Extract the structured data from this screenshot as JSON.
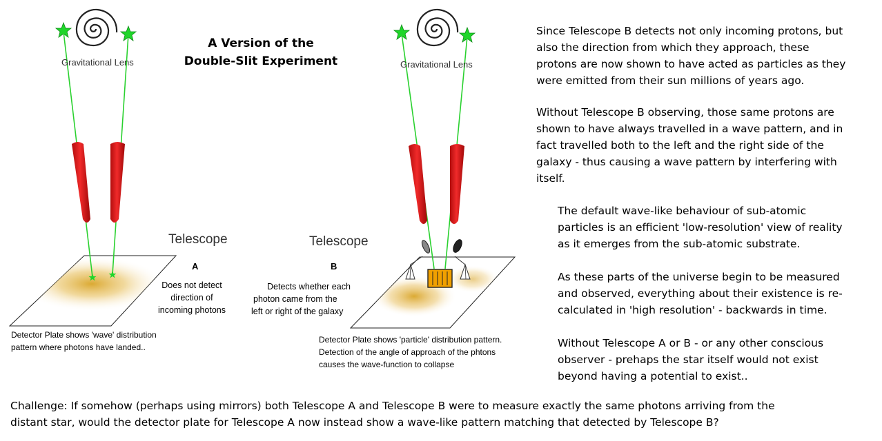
{
  "title": {
    "line1": "A Version of the",
    "line2": "Double-Slit Experiment"
  },
  "lens_label": "Gravitational Lens",
  "telescope_label": "Telescope",
  "panel_a": {
    "letter": "A",
    "note_lines": [
      "Does not detect",
      "direction of",
      "incoming photons"
    ],
    "caption_lines": [
      "Detector Plate shows 'wave' distribution",
      "pattern where photons have landed.."
    ]
  },
  "panel_b": {
    "letter": "B",
    "note_lines": [
      "Detects whether each",
      "photon came from the",
      "left or right of the galaxy"
    ],
    "caption_lines": [
      "Detector Plate shows 'particle' distribution pattern.",
      "Detection of the angle of approach of the phtons",
      "causes the wave-function to collapse"
    ]
  },
  "right_text": {
    "para1": [
      "Since Telescope B detects not only incoming protons, but",
      "also the direction from which they approach, these",
      "protons are now shown to have acted as particles as they",
      "were emitted from their sun millions of years ago."
    ],
    "para2": [
      "Without Telescope B observing, those same protons are",
      "shown to have always travelled in a wave pattern, and in",
      "fact travelled both to the left and the right side of the",
      "galaxy - thus causing a wave pattern by interfering with",
      "itself."
    ],
    "para3": [
      "The default wave-like behaviour of sub-atomic",
      "particles is an efficient 'low-resolution' view of reality",
      "as it emerges from the sub-atomic substrate."
    ],
    "para4": [
      "As these parts of the universe begin to be measured",
      "and observed, everything about their existence is re-",
      "calculated in 'high resolution' - backwards in time."
    ],
    "para5": [
      "Without Telescope A or B - or any other conscious",
      "observer - prehaps the star itself would not exist",
      "beyond having a potential to exist.."
    ]
  },
  "challenge": [
    "Challenge: If somehow (perhaps using mirrors) both Telescope A and Telescope B were to measure exactly the same photons arriving from the",
    "distant star, would the detector plate for Telescope A now instead show a wave-like pattern matching that detected by Telescope B?"
  ],
  "colors": {
    "star": "#1fd62a",
    "beam": "#2ad12f",
    "telescope": "#e01818",
    "plate_glow": "#e0b040",
    "detector_box": "#f0a000"
  }
}
